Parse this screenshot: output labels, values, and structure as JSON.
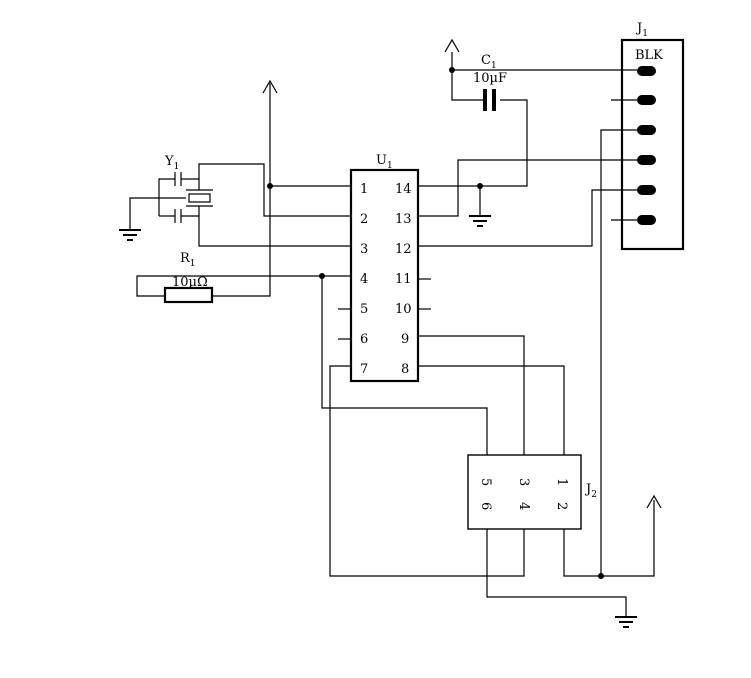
{
  "components": {
    "u1": {
      "ref": "U",
      "sub": "1",
      "left_pins": [
        "1",
        "2",
        "3",
        "4",
        "5",
        "6",
        "7"
      ],
      "right_pins": [
        "14",
        "13",
        "12",
        "11",
        "10",
        "9",
        "8"
      ]
    },
    "j1": {
      "ref": "J",
      "sub": "1",
      "label": "BLK"
    },
    "j2": {
      "ref": "J",
      "sub": "2",
      "pins": [
        "1",
        "2",
        "3",
        "4",
        "5",
        "6"
      ]
    },
    "c1": {
      "ref": "C",
      "sub": "1",
      "value": "10µF"
    },
    "r1": {
      "ref": "R",
      "sub": "1",
      "value": "10µΩ"
    },
    "y1": {
      "ref": "Y",
      "sub": "1"
    }
  },
  "colors": {
    "wire": "#000000",
    "background": "#ffffff"
  }
}
